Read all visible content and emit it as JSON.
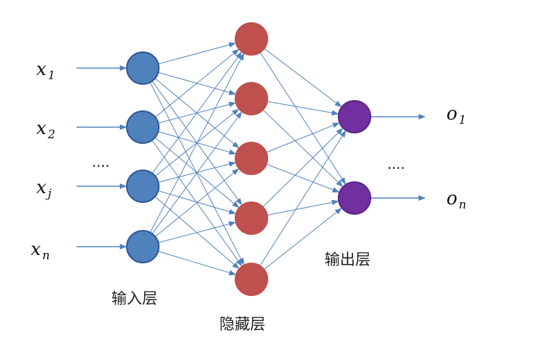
{
  "colors": {
    "input_node": "#4f81bd",
    "input_node_stroke": "#2f5597",
    "hidden_node": "#c0504d",
    "hidden_node_stroke": "#c0504d",
    "output_node": "#7030a0",
    "output_node_stroke": "#5b2586",
    "edge": "#4f81bd"
  },
  "inputs": [
    {
      "base": "x",
      "sub": "1"
    },
    {
      "base": "x",
      "sub": "2"
    },
    {
      "base": "x",
      "sub": "j"
    },
    {
      "base": "x",
      "sub": "n"
    }
  ],
  "input_ellipsis": "....",
  "outputs": [
    {
      "base": "o",
      "sub": "1"
    },
    {
      "base": "o",
      "sub": "n"
    }
  ],
  "output_ellipsis": "....",
  "layers": {
    "input": "输入层",
    "hidden": "隐藏层",
    "output": "输出层"
  },
  "counts": {
    "input_nodes": 4,
    "hidden_nodes": 5,
    "output_nodes": 2
  }
}
